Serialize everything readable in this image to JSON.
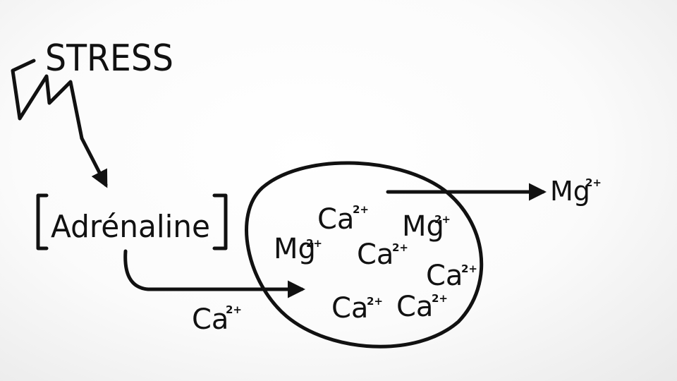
{
  "title": "STRESS",
  "hormone": "Adrénaline",
  "ions": {
    "calcium": "Ca",
    "magnesium": "Mg",
    "charge": "2+"
  },
  "colors": {
    "ink": "#111111",
    "background": "#ffffff"
  }
}
